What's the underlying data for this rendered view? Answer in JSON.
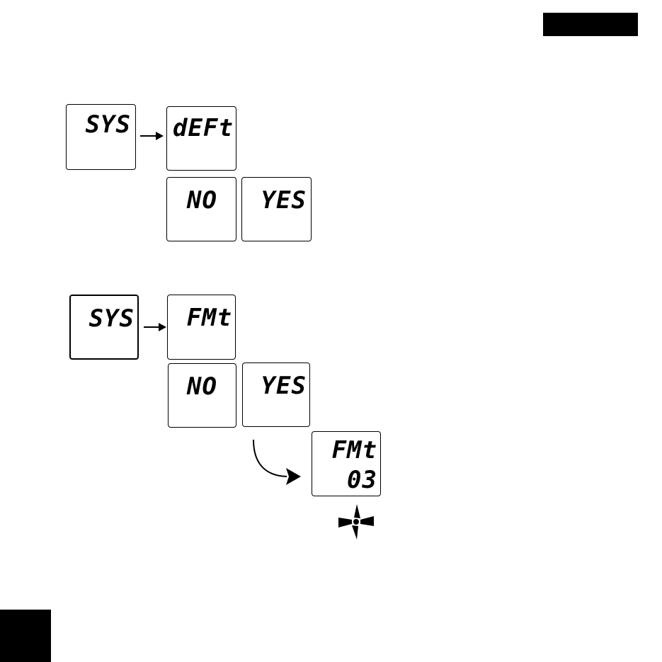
{
  "diagram": {
    "sequence_default": {
      "start": "SYS",
      "menu": "dEFt",
      "option_no": "NO",
      "option_yes": "YES"
    },
    "sequence_format": {
      "start": "SYS",
      "menu": "FMt",
      "option_no": "NO",
      "option_yes": "YES",
      "result_top": "FMt",
      "result_bottom": "03"
    },
    "icons": {
      "arrow": "right-arrow-icon",
      "curved_arrow": "curved-arrow-icon",
      "busy": "spinner-icon"
    }
  }
}
